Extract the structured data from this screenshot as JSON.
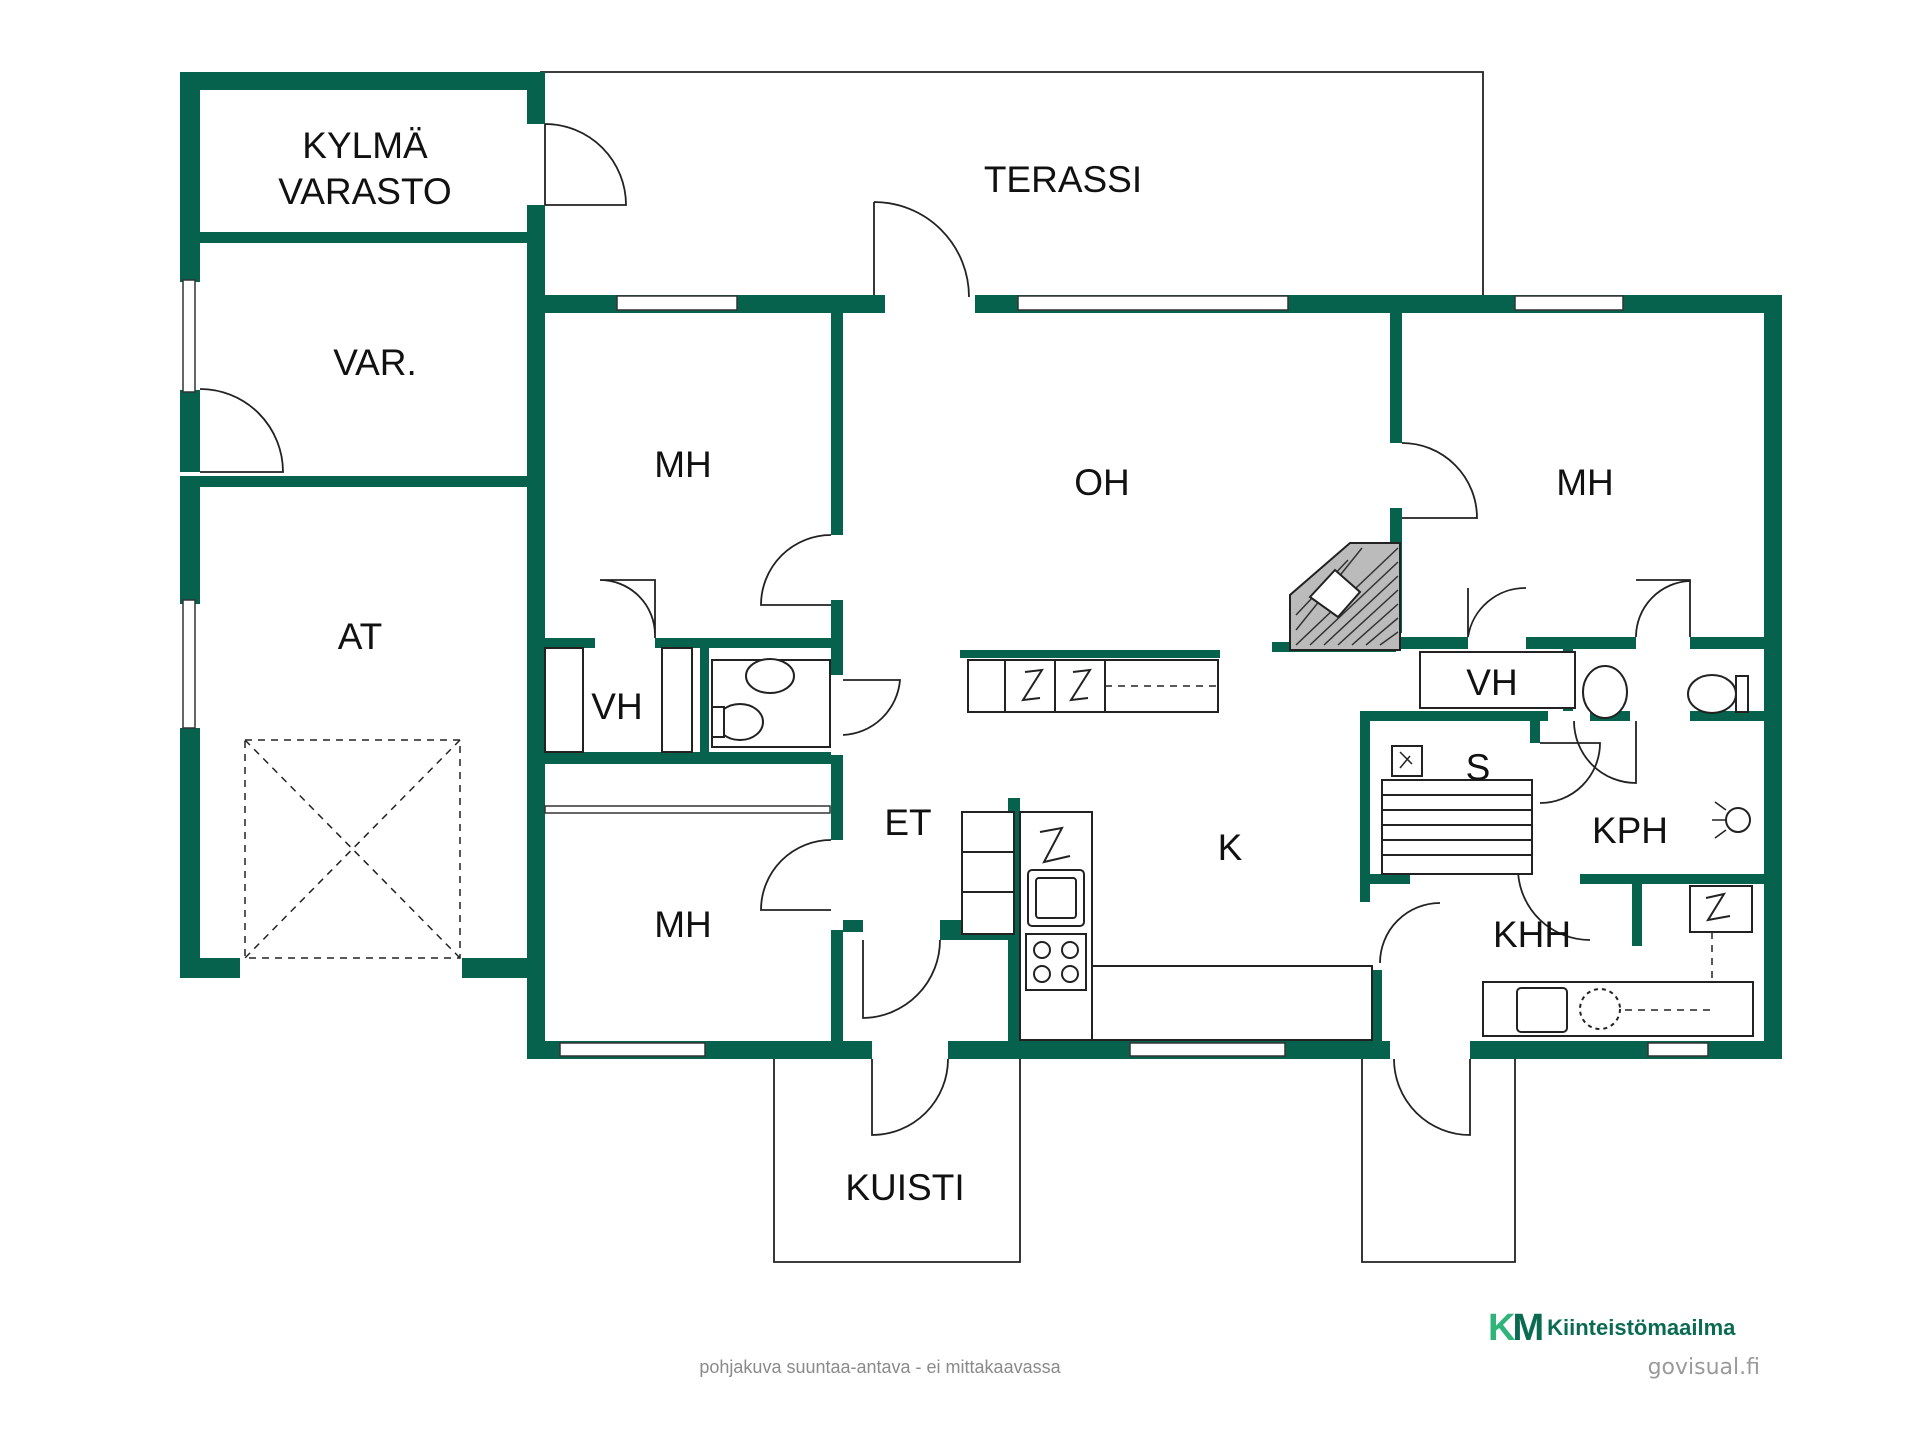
{
  "rooms": {
    "kylma": "KYLMÄ",
    "varasto": "VARASTO",
    "terassi": "TERASSI",
    "var": "VAR.",
    "mh_top_left": "MH",
    "oh": "OH",
    "mh_right": "MH",
    "at": "AT",
    "vh_left": "VH",
    "vh_right": "VH",
    "sauna": "S",
    "et": "ET",
    "k": "K",
    "kph": "KPH",
    "mh_bottom_left": "MH",
    "khh": "KHH",
    "kuisti": "KUISTI"
  },
  "footer": {
    "note": "pohjakuva suuntaa-antava - ei mittakaavassa",
    "brand_mark_k": "K",
    "brand_mark_m": "M",
    "brand_name": "Kiinteistömaailma",
    "credit": "govisual.fi"
  },
  "colors": {
    "wall": "#06624c",
    "brand_dark": "#0a6b52",
    "brand_light": "#2fb47a"
  }
}
